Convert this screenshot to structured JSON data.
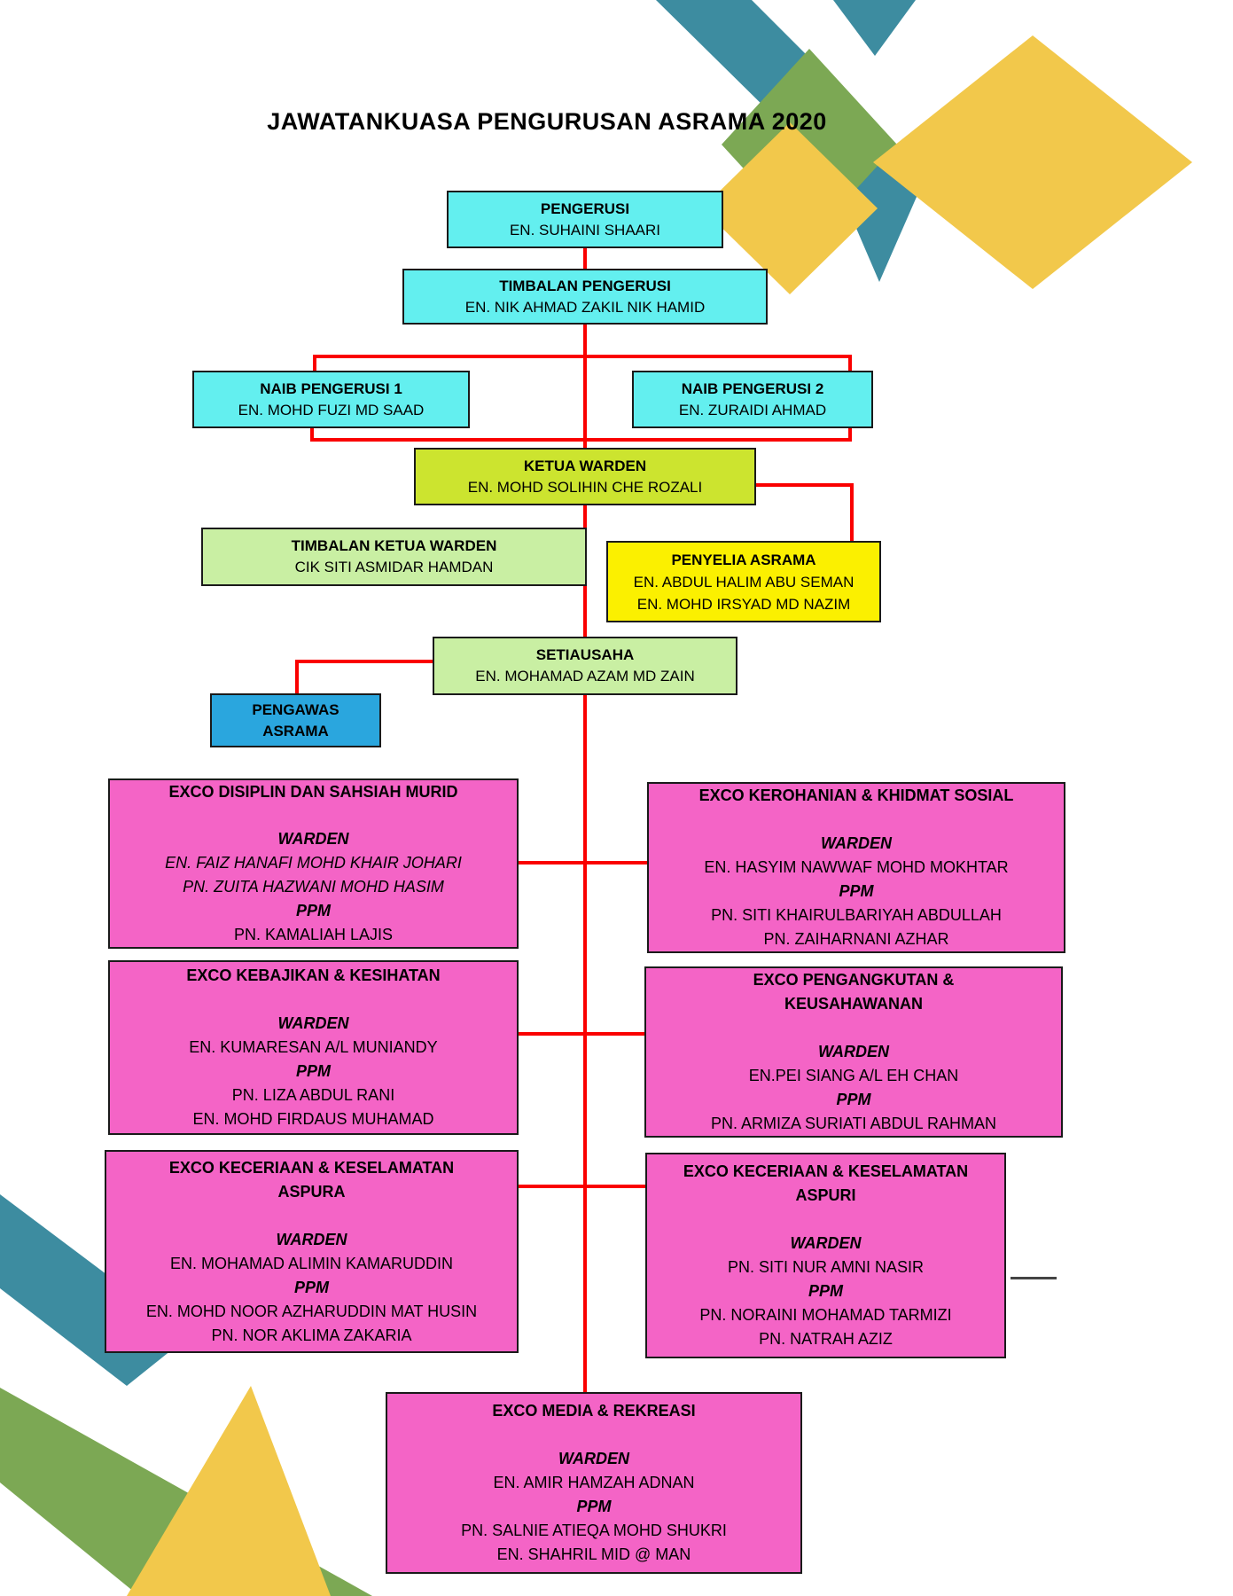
{
  "page": {
    "title": "JAWATANKUASA PENGURUSAN ASRAMA 2020"
  },
  "palette": {
    "cyan": "#63EFEF",
    "chartreuse": "#CCE42F",
    "light_green": "#C9EFA3",
    "yellow": "#FBF000",
    "blue": "#2AA6DE",
    "pink": "#F464C6",
    "red_line": "#FA0000",
    "decor_teal": "#3D8CA0",
    "decor_green": "#7CA854",
    "decor_yellow": "#F2C84B",
    "box_border": "#1A1A1A"
  },
  "org": {
    "nodes": [
      {
        "id": "pengerusi",
        "color": "cyan",
        "lines": [
          {
            "t": "PENGERUSI",
            "s": "b"
          },
          {
            "t": "EN. SUHAINI SHAARI",
            "s": "r"
          }
        ]
      },
      {
        "id": "timbalan-pengerusi",
        "color": "cyan",
        "lines": [
          {
            "t": "TIMBALAN PENGERUSI",
            "s": "b"
          },
          {
            "t": "EN. NIK AHMAD ZAKIL NIK HAMID",
            "s": "r"
          }
        ]
      },
      {
        "id": "naib-pengerusi-1",
        "color": "cyan",
        "lines": [
          {
            "t": "NAIB PENGERUSI 1",
            "s": "b"
          },
          {
            "t": "EN. MOHD FUZI MD SAAD",
            "s": "r"
          }
        ]
      },
      {
        "id": "naib-pengerusi-2",
        "color": "cyan",
        "lines": [
          {
            "t": "NAIB PENGERUSI 2",
            "s": "b"
          },
          {
            "t": "EN. ZURAIDI AHMAD",
            "s": "r"
          }
        ]
      },
      {
        "id": "ketua-warden",
        "color": "chartreuse",
        "lines": [
          {
            "t": "KETUA WARDEN",
            "s": "b"
          },
          {
            "t": "EN. MOHD SOLIHIN CHE ROZALI",
            "s": "r"
          }
        ]
      },
      {
        "id": "timbalan-ketua-warden",
        "color": "light_green",
        "lines": [
          {
            "t": "TIMBALAN KETUA WARDEN",
            "s": "b"
          },
          {
            "t": "CIK SITI ASMIDAR HAMDAN",
            "s": "r"
          }
        ]
      },
      {
        "id": "penyelia-asrama",
        "color": "yellow",
        "lines": [
          {
            "t": "PENYELIA ASRAMA",
            "s": "b"
          },
          {
            "t": "EN. ABDUL HALIM ABU SEMAN",
            "s": "r"
          },
          {
            "t": "EN. MOHD IRSYAD MD NAZIM",
            "s": "r"
          }
        ]
      },
      {
        "id": "setiausaha",
        "color": "light_green",
        "lines": [
          {
            "t": "SETIAUSAHA",
            "s": "b"
          },
          {
            "t": "EN. MOHAMAD AZAM MD ZAIN",
            "s": "r"
          }
        ]
      },
      {
        "id": "pengawas-asrama",
        "color": "blue",
        "lines": [
          {
            "t": "PENGAWAS",
            "s": "b"
          },
          {
            "t": "ASRAMA",
            "s": "b"
          }
        ]
      },
      {
        "id": "exco-disiplin",
        "color": "pink",
        "lines": [
          {
            "t": "EXCO DISIPLIN DAN SAHSIAH MURID",
            "s": "b"
          },
          {
            "t": "",
            "s": "blank"
          },
          {
            "t": "WARDEN",
            "s": "bi"
          },
          {
            "t": "EN. FAIZ HANAFI MOHD KHAIR JOHARI",
            "s": "i"
          },
          {
            "t": "PN. ZUITA HAZWANI MOHD HASIM",
            "s": "i"
          },
          {
            "t": "PPM",
            "s": "bi"
          },
          {
            "t": "PN. KAMALIAH LAJIS",
            "s": "r"
          }
        ]
      },
      {
        "id": "exco-kerohanian",
        "color": "pink",
        "lines": [
          {
            "t": "EXCO KEROHANIAN & KHIDMAT SOSIAL",
            "s": "b"
          },
          {
            "t": "",
            "s": "blank"
          },
          {
            "t": "WARDEN",
            "s": "bi"
          },
          {
            "t": "EN. HASYIM NAWWAF MOHD MOKHTAR",
            "s": "r"
          },
          {
            "t": "PPM",
            "s": "bi"
          },
          {
            "t": "PN. SITI KHAIRULBARIYAH ABDULLAH",
            "s": "r"
          },
          {
            "t": "PN. ZAIHARNANI AZHAR",
            "s": "r"
          }
        ]
      },
      {
        "id": "exco-kebajikan",
        "color": "pink",
        "lines": [
          {
            "t": "EXCO KEBAJIKAN & KESIHATAN",
            "s": "b"
          },
          {
            "t": "",
            "s": "blank"
          },
          {
            "t": "WARDEN",
            "s": "bi"
          },
          {
            "t": "EN. KUMARESAN A/L MUNIANDY",
            "s": "r"
          },
          {
            "t": "PPM",
            "s": "bi"
          },
          {
            "t": "PN. LIZA ABDUL RANI",
            "s": "r"
          },
          {
            "t": "EN. MOHD FIRDAUS MUHAMAD",
            "s": "r"
          }
        ]
      },
      {
        "id": "exco-pengangkutan",
        "color": "pink",
        "lines": [
          {
            "t": "EXCO PENGANGKUTAN &",
            "s": "b"
          },
          {
            "t": "KEUSAHAWANAN",
            "s": "b"
          },
          {
            "t": "",
            "s": "blank"
          },
          {
            "t": "WARDEN",
            "s": "bi"
          },
          {
            "t": "EN.PEI SIANG A/L EH CHAN",
            "s": "r"
          },
          {
            "t": "PPM",
            "s": "bi"
          },
          {
            "t": "PN. ARMIZA SURIATI ABDUL RAHMAN",
            "s": "r"
          }
        ]
      },
      {
        "id": "exco-keceriaan-aspura",
        "color": "pink",
        "lines": [
          {
            "t": "EXCO KECERIAAN & KESELAMATAN",
            "s": "b"
          },
          {
            "t": "ASPURA",
            "s": "b"
          },
          {
            "t": "",
            "s": "blank"
          },
          {
            "t": "WARDEN",
            "s": "bi"
          },
          {
            "t": "EN. MOHAMAD ALIMIN KAMARUDDIN",
            "s": "r"
          },
          {
            "t": "PPM",
            "s": "bi"
          },
          {
            "t": "EN. MOHD NOOR AZHARUDDIN MAT HUSIN",
            "s": "r"
          },
          {
            "t": "PN. NOR AKLIMA ZAKARIA",
            "s": "r"
          }
        ]
      },
      {
        "id": "exco-keceriaan-aspuri",
        "color": "pink",
        "lines": [
          {
            "t": "EXCO KECERIAAN & KESELAMATAN",
            "s": "b"
          },
          {
            "t": "ASPURI",
            "s": "b"
          },
          {
            "t": "",
            "s": "blank"
          },
          {
            "t": "WARDEN",
            "s": "bi"
          },
          {
            "t": "PN. SITI NUR AMNI NASIR",
            "s": "r"
          },
          {
            "t": "PPM",
            "s": "bi"
          },
          {
            "t": "PN. NORAINI MOHAMAD TARMIZI",
            "s": "r"
          },
          {
            "t": "PN. NATRAH AZIZ",
            "s": "r"
          }
        ]
      },
      {
        "id": "exco-media",
        "color": "pink",
        "lines": [
          {
            "t": "EXCO MEDIA & REKREASI",
            "s": "b"
          },
          {
            "t": "",
            "s": "blank"
          },
          {
            "t": "WARDEN",
            "s": "bi"
          },
          {
            "t": "EN. AMIR HAMZAH ADNAN",
            "s": "r"
          },
          {
            "t": "PPM",
            "s": "bi"
          },
          {
            "t": "PN. SALNIE ATIEQA MOHD SHUKRI",
            "s": "r"
          },
          {
            "t": "EN. SHAHRIL MID @ MAN",
            "s": "r"
          }
        ]
      }
    ]
  }
}
